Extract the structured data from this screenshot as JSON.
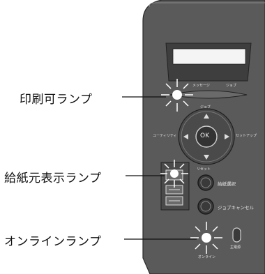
{
  "callouts": {
    "print_lamp": "印刷可ランプ",
    "paper_source_lamp": "給紙元表示ランプ",
    "online_lamp": "オンラインランプ"
  },
  "panel_labels": {
    "message": "メッセージ",
    "job_top": "ジョブ",
    "job_center": "ジョブ",
    "utility": "ユーティリティ",
    "setup": "セットアップ",
    "ok": "OK",
    "reset": "リセット",
    "paper_select": "給紙選択",
    "job_cancel": "ジョブキャンセル",
    "online": "オンライン",
    "main_power": "主電源"
  },
  "colors": {
    "panel": "#5a5a5a",
    "panel_edge": "#8a8a8a",
    "button": "#3a3a3a"
  },
  "icons": [
    "lamp-glow-icon",
    "arrow-up-icon",
    "arrow-down-icon",
    "arrow-left-icon",
    "arrow-right-icon"
  ]
}
